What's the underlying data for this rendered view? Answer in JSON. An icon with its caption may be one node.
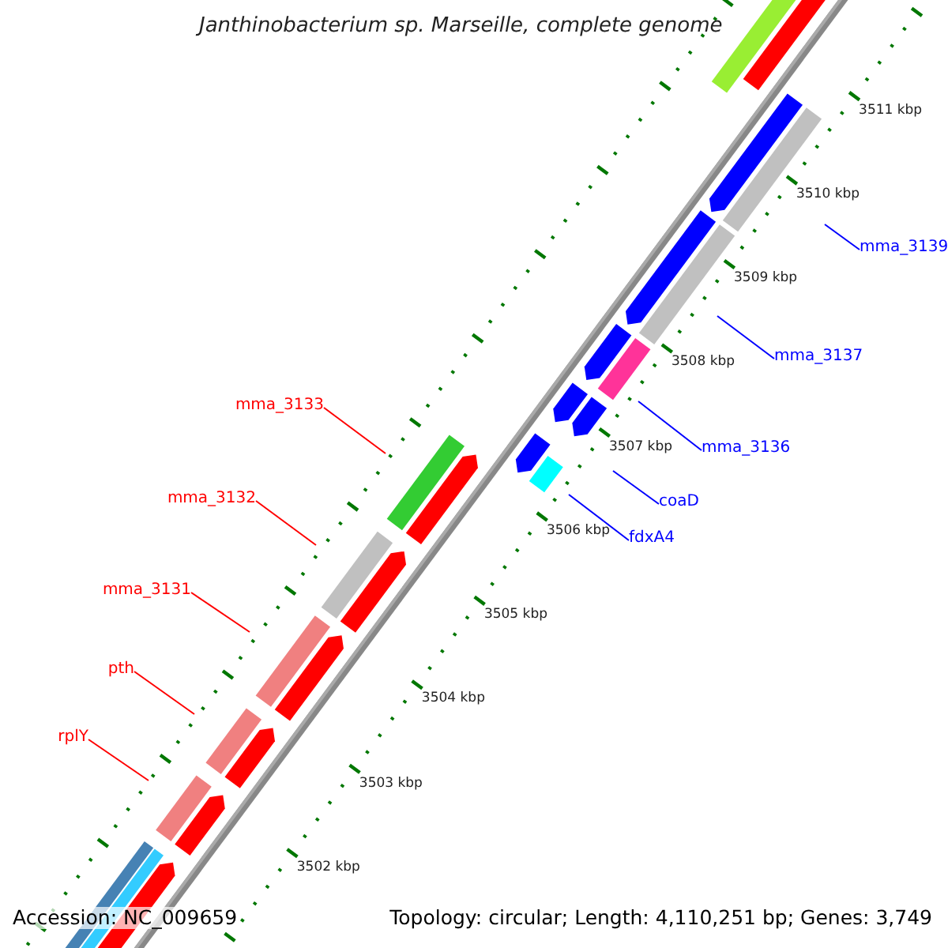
{
  "diagram": {
    "title": "Janthinobacterium sp. Marseille, complete genome",
    "nodes": [
      {
        "text": [
          "mma_3139"
        ]
      },
      {
        "text": [
          "mma_3137"
        ]
      },
      {
        "text": [
          "mma_3136"
        ]
      },
      {
        "text": [
          "coaD"
        ]
      },
      {
        "text": [
          "fdxA4"
        ]
      },
      {
        "text": [
          "mma_3133"
        ]
      },
      {
        "text": [
          "mma_3132"
        ]
      },
      {
        "text": [
          "mma_3131"
        ]
      },
      {
        "text": [
          "pth"
        ]
      },
      {
        "text": [
          "rplY"
        ]
      }
    ],
    "edges": [
      {
        "from": 0,
        "to": null,
        "arrow": "none",
        "color": "#0000ff"
      },
      {
        "from": 1,
        "to": null,
        "arrow": "none",
        "color": "#0000ff"
      },
      {
        "from": 2,
        "to": null,
        "arrow": "none",
        "color": "#0000ff"
      },
      {
        "from": 3,
        "to": null,
        "arrow": "none",
        "color": "#0000ff"
      },
      {
        "from": 4,
        "to": null,
        "arrow": "none",
        "color": "#0000ff"
      },
      {
        "from": 5,
        "to": null,
        "arrow": "none",
        "color": "#ff0000"
      },
      {
        "from": 6,
        "to": null,
        "arrow": "none",
        "color": "#ff0000"
      },
      {
        "from": 7,
        "to": null,
        "arrow": "none",
        "color": "#ff0000"
      },
      {
        "from": 8,
        "to": null,
        "arrow": "none",
        "color": "#ff0000"
      },
      {
        "from": 9,
        "to": null,
        "arrow": "none",
        "color": "#ff0000"
      }
    ],
    "labels": [
      "3511 kbp",
      "3510 kbp",
      "3509 kbp",
      "3508 kbp",
      "3507 kbp",
      "3506 kbp",
      "3505 kbp",
      "3504 kbp",
      "3503 kbp",
      "3502 kbp",
      "Accession: NC_009659",
      "Topology: circular; Length: 4,110,251 bp; Genes: 3,749"
    ]
  }
}
